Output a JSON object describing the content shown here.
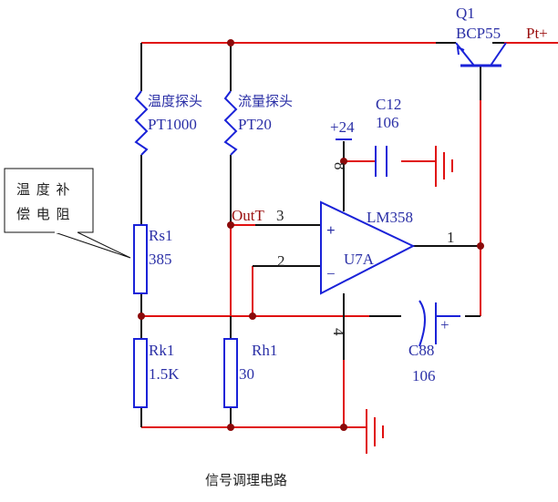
{
  "diagram": {
    "caption": "信号调理电路",
    "callout": {
      "line1": "温 度 补",
      "line2": "偿 电 阻"
    },
    "transistor": {
      "ref": "Q1",
      "part": "BCP55",
      "net": "Pt+"
    },
    "probe_temp": {
      "name": "温度探头",
      "value": "PT1000"
    },
    "probe_flow": {
      "name": "流量探头",
      "value": "PT20"
    },
    "rs1": {
      "ref": "Rs1",
      "value": "385"
    },
    "rk1": {
      "ref": "Rk1",
      "value": "1.5K"
    },
    "rh1": {
      "ref": "Rh1",
      "value": "30"
    },
    "c12": {
      "ref": "C12",
      "value": "106"
    },
    "c88": {
      "ref": "C88",
      "value": "106",
      "polarity": "+"
    },
    "supply": "+24",
    "opamp": {
      "part": "LM358",
      "ref": "U7A",
      "plus": "+",
      "minus": "−",
      "pin_in_plus": "3",
      "pin_in_minus": "2",
      "pin_out": "1",
      "pin_vcc": "8",
      "pin_gnd": "4"
    },
    "net_out": "OutT",
    "colors": {
      "wire": "#e01010",
      "component": "#1a22d8",
      "lead": "#111111",
      "junction": "#8b0a0a"
    }
  }
}
